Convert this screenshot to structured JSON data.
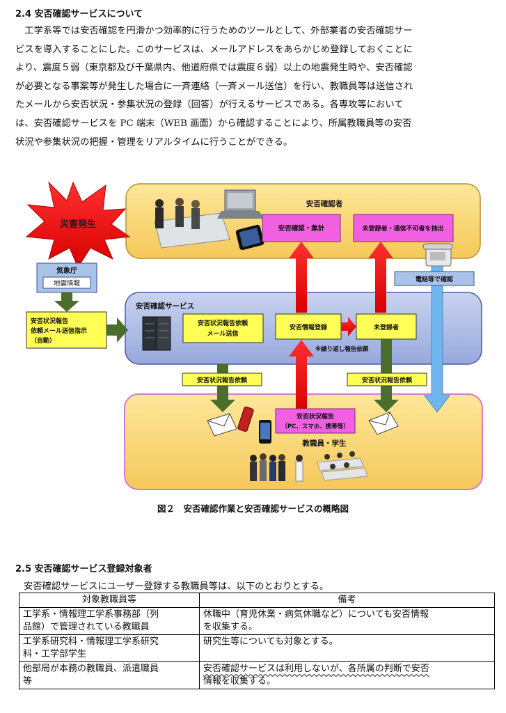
{
  "section_24": {
    "heading": "2.4 安否確認サービスについて",
    "lines": [
      "　工学系等では安否確認を円滑かつ効率的に行うためのツールとして、外部業者の安否確認サー",
      "ビスを導入することにした。このサービスは、メールアドレスをあらかじめ登録しておくことに",
      "より、震度５弱（東京都及び千葉県内、他道府県では震度６弱）以上の地震発生時や、安否確認",
      "が必要となる事案等が発生した場合に一斉連絡（一斉メール送信）を行い、教職員等は送信され",
      "たメールから安否状況・参集状況の登録（回答）が行えるサービスである。各専攻等において",
      "は、安否確認サービスを PC 端末（WEB 画面）から確認することにより、所属教職員等の安否",
      "状況や参集状況の把握・管理をリアルタイムに行うことができる。"
    ]
  },
  "diagram": {
    "disaster": "災害発生",
    "confirmer_title": "安否確認者",
    "aggregate": "安否確認・集計",
    "extract": "未登録者・通信不可者を抽出",
    "phone_confirm": "電話等で確認",
    "jma": "気象庁",
    "quake_info": "地震情報",
    "auto_line1": "安否状況報告",
    "auto_line2": "依頼メール送信指示",
    "auto_line3": "（自動）",
    "service_title": "安否確認サービス",
    "mail_send_line1": "安否状況報告依頼",
    "mail_send_line2": "メール送信",
    "info_register": "安否情報登録",
    "unregistered": "未登録者",
    "repeat_note": "※繰り返し報告依頼",
    "report_request_left": "安否状況報告依頼",
    "report_request_right": "安否状況報告依頼",
    "report_line1": "安否状況報告",
    "report_line2": "（PC、スマホ、携帯等）",
    "staff_title": "教職員・学生"
  },
  "figure_caption": "図２　安否確認作業と安否確認サービスの概略図",
  "section_25": {
    "heading": "2.5 安否確認サービス登録対象者",
    "intro": "安否確認サービスにユーザー登録する教職員等は、以下のとおりとする。",
    "table": {
      "header_col1": "対象教職員等",
      "header_col2": "備考",
      "rows": [
        {
          "c1_l1": "工学系・情報理工学系事務部（列",
          "c1_l2": "品館）で管理されている教職員",
          "c2_l1": "休職中（育児休業・病気休職など）についても安否情報",
          "c2_l2": "を収集する。"
        },
        {
          "c1_l1": "工学系研究科・情報理工学系研究",
          "c1_l2": "科・工学部学生",
          "c2_l1": "研究生等についても対象とする。",
          "c2_l2": ""
        },
        {
          "c1_l1": "他部局が本務の教職員、派遣職員",
          "c1_l2": "等",
          "c2_l1": "安否確認サービスは利用しないが、各所属の判断で安否",
          "c2_l2": "情報を収集する。"
        }
      ]
    }
  }
}
